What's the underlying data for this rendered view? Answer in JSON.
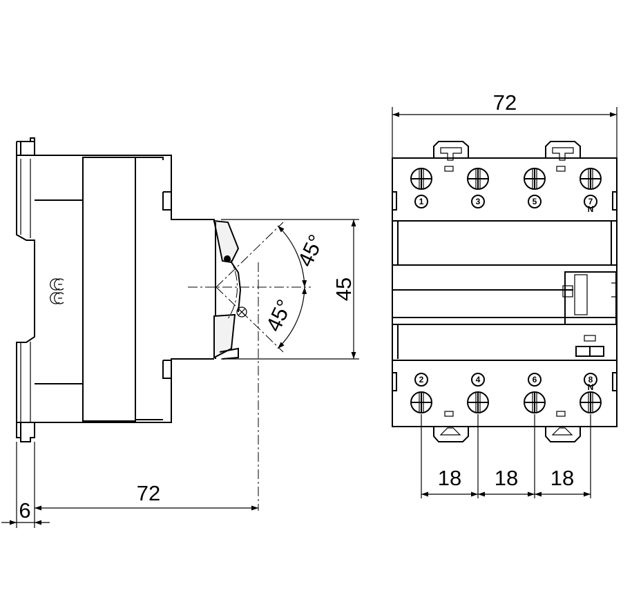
{
  "side_view": {
    "width_label": "72",
    "rail_offset_label": "6",
    "height_label": "45",
    "angle_upper_label": "45°",
    "angle_lower_label": "45°",
    "ce_mark": "CE"
  },
  "front_view": {
    "width_label": "72",
    "pitch_labels": [
      "18",
      "18",
      "18"
    ],
    "top_terminals": [
      "1",
      "3",
      "5",
      "7"
    ],
    "bottom_terminals": [
      "2",
      "4",
      "6",
      "8"
    ],
    "neutral_mark": "N"
  }
}
